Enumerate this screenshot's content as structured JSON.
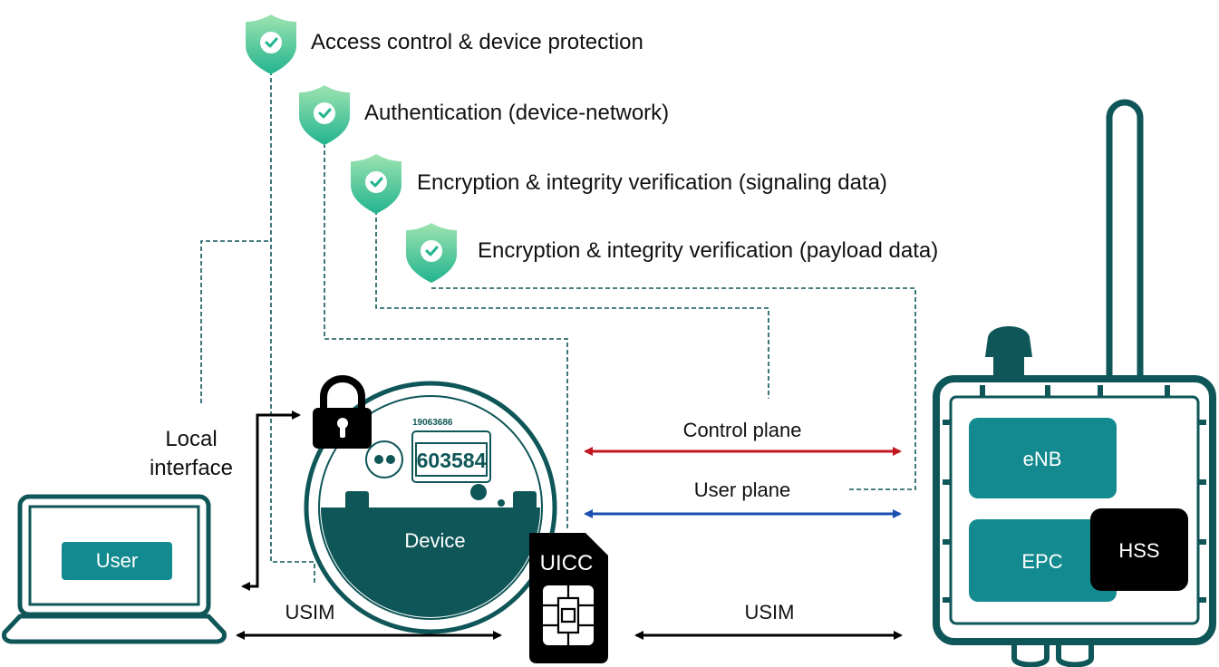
{
  "security_layers": [
    {
      "label": "Access control & device protection"
    },
    {
      "label": "Authentication (device-network)"
    },
    {
      "label": "Encryption & integrity verification (signaling data)"
    },
    {
      "label": "Encryption & integrity verification (payload data)"
    }
  ],
  "labels": {
    "local_interface_line1": "Local",
    "local_interface_line2": "interface",
    "user": "User",
    "device": "Device",
    "meter_serial": "19063686",
    "meter_reading": "603584",
    "uicc": "UICC",
    "usim_left": "USIM",
    "usim_right": "USIM",
    "control_plane": "Control plane",
    "user_plane": "User plane",
    "enb": "eNB",
    "epc": "EPC",
    "hss": "HSS"
  },
  "colors": {
    "teal_dark": "#0f5658",
    "teal": "#138a8f",
    "shield_top": "#9de3b0",
    "shield_bottom": "#22b48f",
    "control_plane_arrow": "#c0171e",
    "user_plane_arrow": "#1a4fb0",
    "black": "#000000"
  },
  "icons": {
    "shield": "shield-check-icon",
    "lock": "padlock-icon",
    "sim": "sim-card-icon",
    "laptop": "laptop-icon",
    "meter": "smart-meter-icon",
    "tower": "base-station-icon"
  }
}
